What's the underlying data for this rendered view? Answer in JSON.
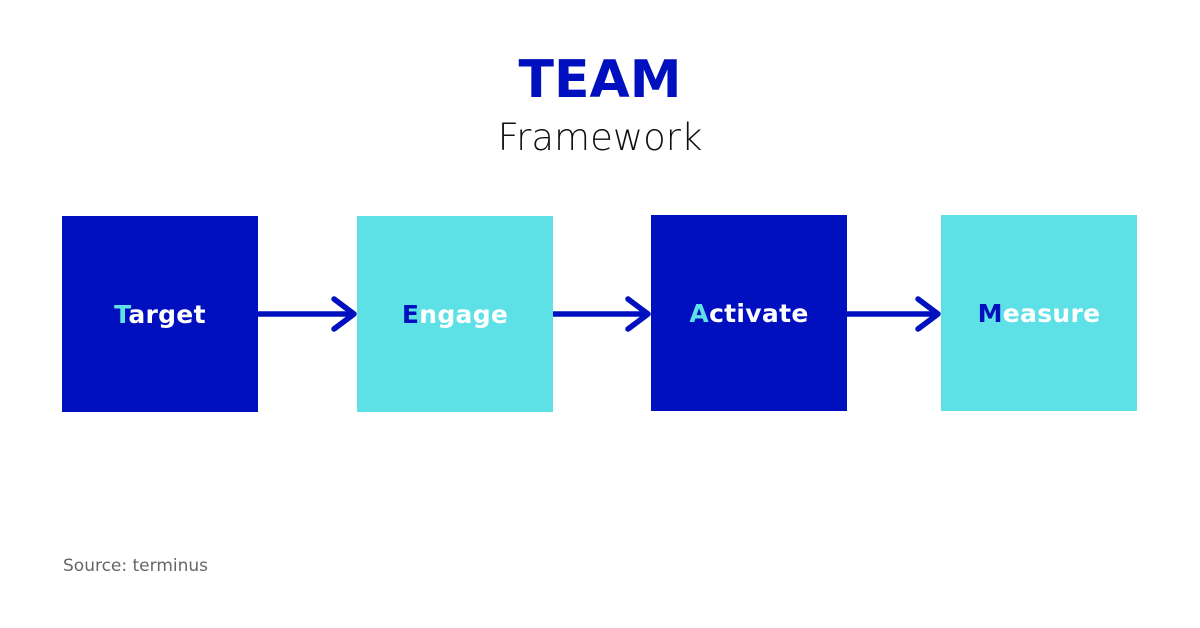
{
  "colors": {
    "dark_blue": "#0010BE",
    "cyan": "#5DE1E6",
    "white": "#FFFFFF",
    "source_gray": "#666666"
  },
  "header": {
    "title": "TEAM",
    "subtitle": "Framework"
  },
  "steps": [
    {
      "initial": "T",
      "rest": "arget",
      "label": "Target",
      "style": "dark"
    },
    {
      "initial": "E",
      "rest": "ngage",
      "label": "Engage",
      "style": "light"
    },
    {
      "initial": "A",
      "rest": "ctivate",
      "label": "Activate",
      "style": "dark"
    },
    {
      "initial": "M",
      "rest": "easure",
      "label": "Measure",
      "style": "light"
    }
  ],
  "footer": {
    "source": "Source: terminus"
  }
}
